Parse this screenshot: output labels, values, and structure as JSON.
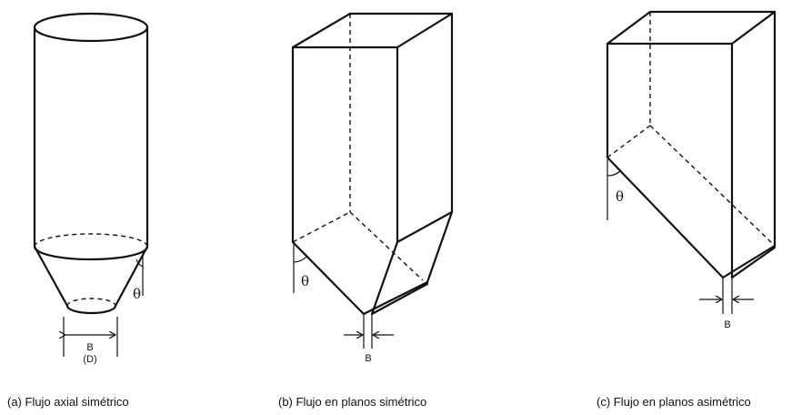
{
  "figures": [
    {
      "caption": "(a) Flujo axial  simétrico",
      "angle_label": "θ",
      "dimension_label": "B",
      "dimension_sub_label": "(D)"
    },
    {
      "caption": "(b) Flujo en planos simétrico",
      "angle_label": "θ",
      "dimension_label": "B"
    },
    {
      "caption": "(c) Flujo en planos asimétrico",
      "angle_label": "θ",
      "dimension_label": "B"
    }
  ]
}
